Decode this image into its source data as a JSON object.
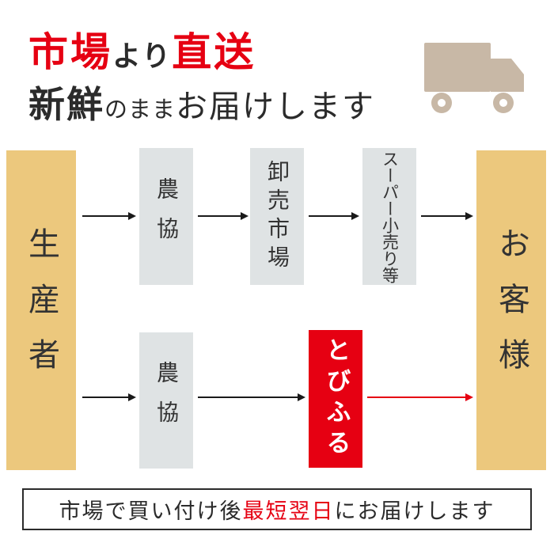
{
  "header": {
    "line1_seg1": "市場",
    "line1_seg2": "より",
    "line1_seg3": "直送",
    "line2_seg1": "新鮮",
    "line2_seg2": "のまま",
    "line2_seg3": "お届けします"
  },
  "flow": {
    "producer_label": "生産者",
    "customer_label": "お客様",
    "route_conventional": {
      "step1": "農協",
      "step2": "卸売市場",
      "step3": "スーパー小売り等"
    },
    "route_direct": {
      "step1": "農協",
      "step2": "とびふる"
    }
  },
  "footer": {
    "seg1": "市場で買い付け後",
    "highlight": "最短翌日",
    "seg2": "にお届けします"
  },
  "icons": {
    "truck": "delivery-truck-icon"
  },
  "colors": {
    "accent_red": "#e60012",
    "box_yellow": "#ecc87d",
    "box_gray": "#dfe3e4",
    "truck_beige": "#c8b8a6",
    "text_dark": "#2b2b2b"
  }
}
